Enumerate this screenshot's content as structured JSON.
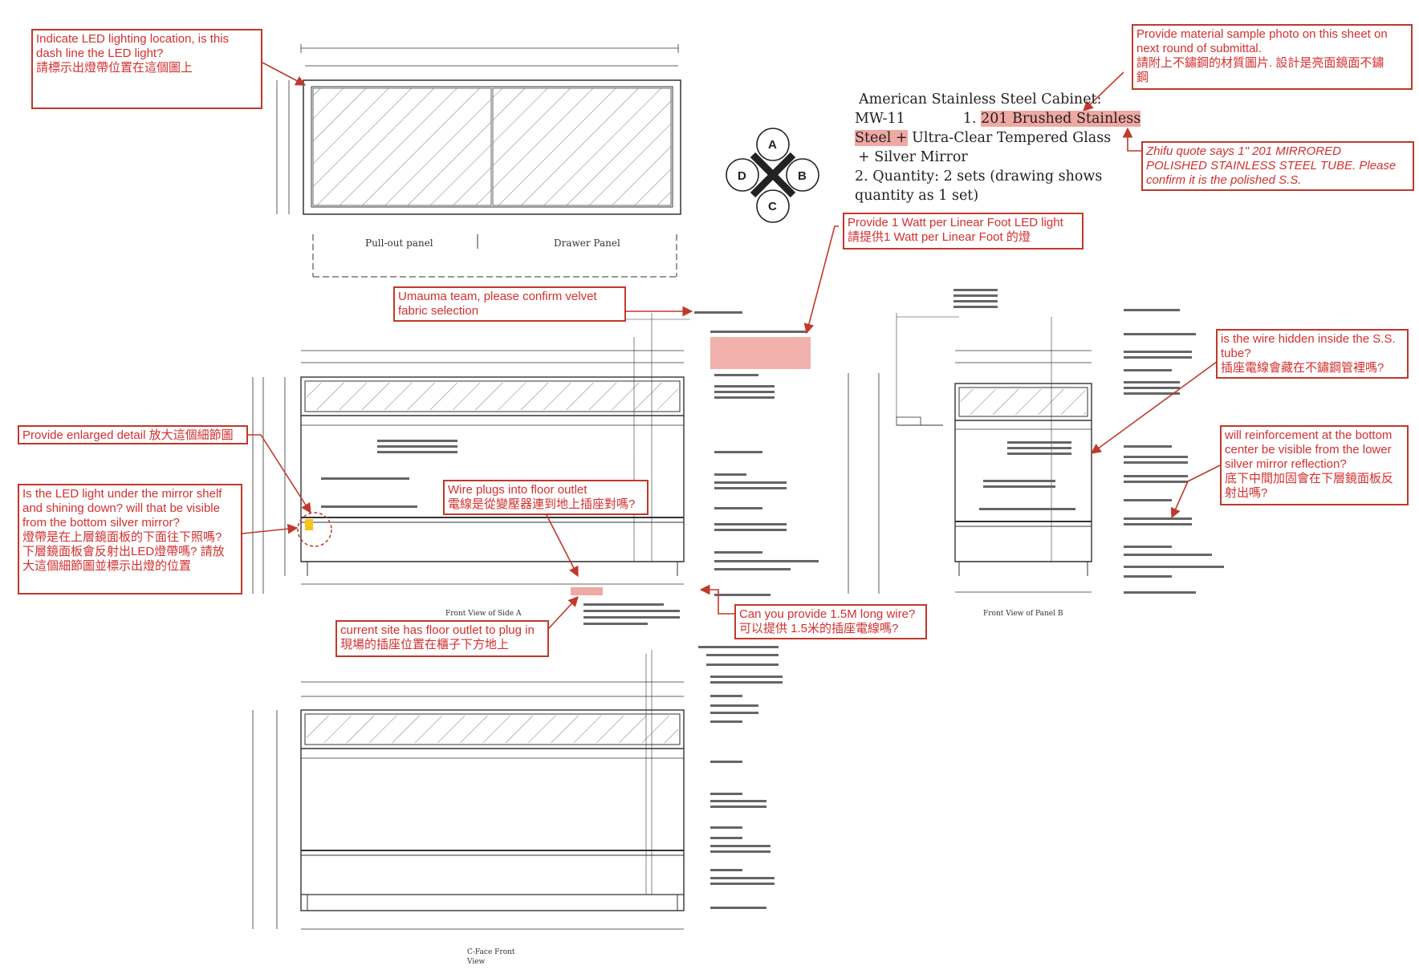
{
  "spec": {
    "title": "American Stainless Steel Cabinet:",
    "code": "MW-11",
    "item1_number": "1.",
    "item1_hl_a": "201 Brushed Stainless",
    "item1_hl_b": "Steel +",
    "item1_rest_a": " Ultra-Clear Tempered Glass",
    "item1_rest_b": "+ Silver Mirror",
    "item2_a": "2. Quantity: 2 sets (drawing shows",
    "item2_b": "quantity as 1 set)"
  },
  "compass": {
    "a": "A",
    "b": "B",
    "c": "C",
    "d": "D"
  },
  "drawing_labels": {
    "pullout_panel": "Pull-out panel",
    "drawer_panel": "Drawer Panel",
    "front_view_a": "Front View of Side A",
    "front_view_b": "Front View of Panel B",
    "c_face_line1": "C-Face Front",
    "c_face_line2": "View"
  },
  "notes": {
    "led_location": [
      "Indicate LED lighting location, is this",
      "dash line the LED light?",
      "請標示出燈帶位置在這個圖上"
    ],
    "material_sample": [
      "Provide material sample photo on this sheet on",
      "next round of submittal.",
      "請附上不鏽鋼的材質圖片. 設計是亮面鏡面不鏽",
      "鋼"
    ],
    "zhifu_quote": [
      "Zhifu quote says 1\" 201 MIRRORED",
      "POLISHED STAINLESS STEEL TUBE. Please",
      "confirm it is the polished S.S."
    ],
    "watt": [
      "Provide 1 Watt per Linear Foot LED light",
      "請提供1 Watt per Linear Foot 的燈"
    ],
    "velvet": [
      "Umauma team, please confirm velvet",
      "fabric selection"
    ],
    "enlarged": [
      "Provide enlarged detail 放大這個細節圖"
    ],
    "led_shelf": [
      "Is the LED light under the mirror shelf",
      "and shining down? will that be visible",
      "from the bottom silver mirror?",
      "燈帶是在上層鏡面板的下面往下照嗎?",
      "下層鏡面板會反射出LED燈帶嗎? 請放",
      "大這個細節圖並標示出燈的位置"
    ],
    "wire_plug": [
      "Wire plugs into floor outlet",
      "電線是從變壓器連到地上插座對嗎?"
    ],
    "site_outlet": [
      "current site has floor outlet to plug in",
      "現場的插座位置在櫃子下方地上"
    ],
    "wire_length": [
      "Can you provide 1.5M long wire?",
      "可以提供 1.5米的插座電線嗎?"
    ],
    "wire_hidden": [
      "is the wire hidden inside the S.S.",
      "tube?",
      "插座電線會藏在不鏽鋼管裡嗎?"
    ],
    "reinforcement": [
      "will reinforcement at the bottom",
      "center be visible from the lower",
      "silver mirror reflection?",
      "底下中間加固會在下層鏡面板反",
      "射出嗎?"
    ]
  },
  "colors": {
    "note_red": "#d32f2f",
    "highlight": "#f0a8a3",
    "line": "#333333"
  }
}
